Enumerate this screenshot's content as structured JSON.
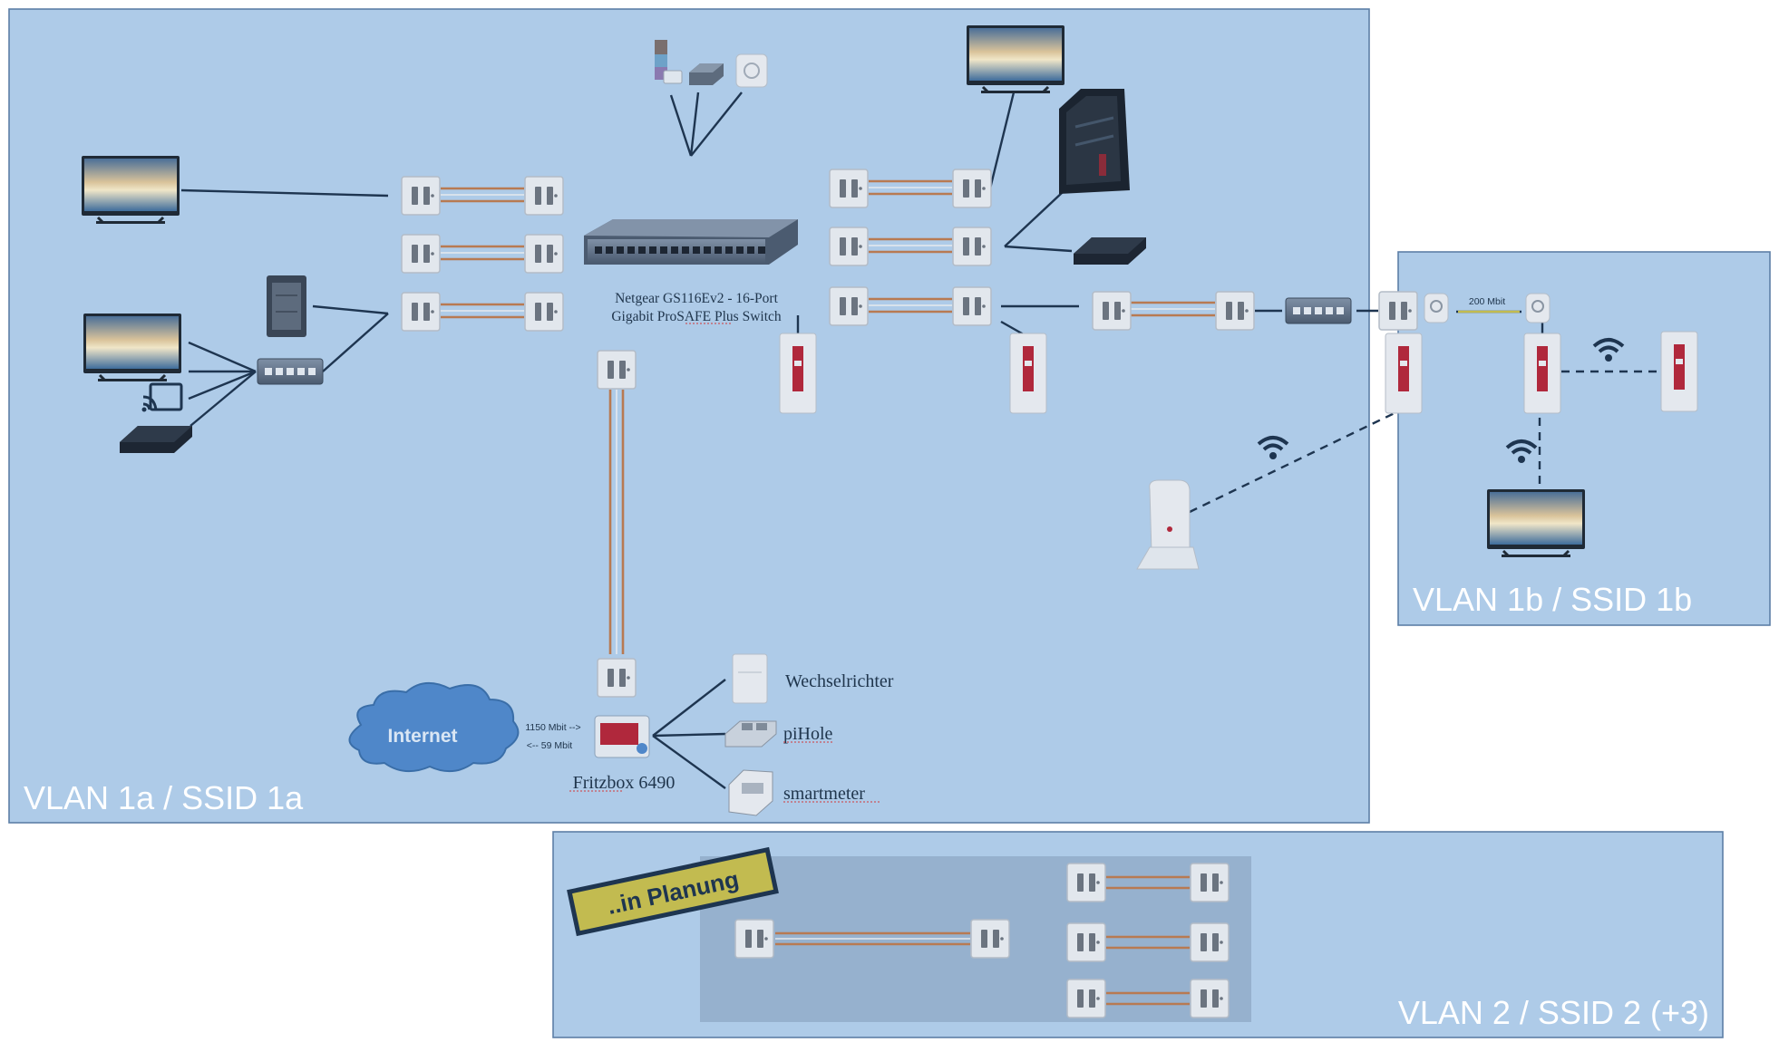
{
  "zones": {
    "vlan1a": "VLAN 1a / SSID 1a",
    "vlan1b": "VLAN 1b / SSID 1b",
    "vlan2": "VLAN 2 / SSID 2 (+3)"
  },
  "switch": {
    "name_line1": "Netgear GS116Ev2 - 16-Port",
    "name_line2": "Gigabit ProSAFE Plus Switch"
  },
  "router": {
    "label": "Fritzbox 6490"
  },
  "internet": {
    "label": "Internet",
    "down": "1150 Mbit -->",
    "up": "<-- 59 Mbit"
  },
  "devices": {
    "inverter": "Wechselrichter",
    "pihole": "piHole",
    "smartmeter": "smartmeter"
  },
  "powerline": {
    "speed": "200 Mbit"
  },
  "planning": {
    "badge": "..in Planung"
  },
  "colors": {
    "zone_fill": "#aecbe8",
    "zone_border": "#5d7fa6",
    "wire": "#1e3550",
    "copper_pair": "#b87a52",
    "planning_badge": "#c2bb50",
    "internet_cloud": "#4f87c9",
    "fritzbox_red": "#b0283c"
  },
  "icons": [
    "tv-icon",
    "nas-icon",
    "switch-icon",
    "cast-icon",
    "set-top-box-icon",
    "network-socket-icon",
    "smart-home-hub-icon",
    "gaming-pc-icon",
    "wifi-repeater-icon",
    "powerline-adapter-icon",
    "wifi-icon",
    "cloud-icon",
    "fritzbox-icon",
    "inverter-icon",
    "raspberry-pi-icon",
    "smartmeter-icon"
  ]
}
